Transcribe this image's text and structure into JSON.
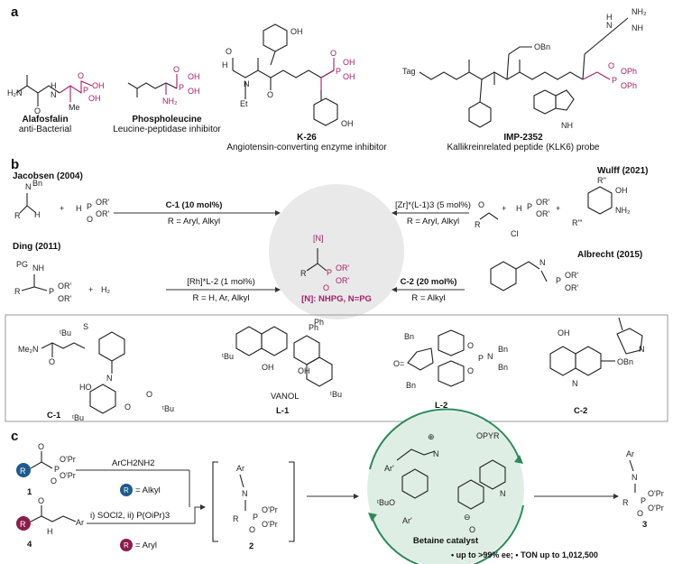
{
  "panels": {
    "a": "a",
    "b": "b",
    "c": "c"
  },
  "panel_a": {
    "compounds": [
      {
        "name": "Alafosfalin",
        "desc": "anti-Bacterial"
      },
      {
        "name": "Phospholeucine",
        "desc": "Leucine-peptidase  inhibitor"
      },
      {
        "name": "K-26",
        "desc": "Angiotensin-converting  enzyme inhibitor"
      },
      {
        "name": "IMP-2352",
        "desc": "Kallikreinrelated  peptide  (KLK6)  probe"
      }
    ]
  },
  "panel_b": {
    "refs": {
      "jacobsen": "Jacobsen (2004)",
      "wulff": "Wulff (2021)",
      "ding": "Ding (2011)",
      "albrecht": "Albrecht (2015)"
    },
    "conditions": {
      "c1": "C-1 (10 mol%)",
      "c1_r": "R = Aryl, Alkyl",
      "zr": "[Zr]*(L-1)3 (5 mol%)",
      "zr_r": "R = Aryl, Alkyl",
      "rh": "[Rh]*L-2 (1 mol%)",
      "rh_r": "R = H, Ar, Alkyl",
      "c2": "C-2 (20 mol%)",
      "c2_r": "R = Alkyl"
    },
    "center_note": "[N]: NHPG, N=PG",
    "catalysts": [
      {
        "label": "C-1"
      },
      {
        "label": "VANOL"
      },
      {
        "label": "L-1"
      },
      {
        "label": "L-2"
      },
      {
        "label": "C-2"
      }
    ]
  },
  "panel_c": {
    "reagent_top": "ArCH2NH2",
    "r_alkyl": "= Alkyl",
    "reagent_bottom": "i) SOCl2, ii) P(OiPr)3",
    "r_aryl": "= Aryl",
    "compound_numbers": [
      "1",
      "4",
      "2",
      "3"
    ],
    "catalyst_label": "Betaine catalyst",
    "result": "• up to >99% ee; • TON up to 1,012,500"
  },
  "colors": {
    "pink": "#a4206b",
    "blue": "#1f5a8c",
    "maroon": "#8b1d4c",
    "green": "#2c8a5a",
    "ring": "#dfeee4"
  }
}
